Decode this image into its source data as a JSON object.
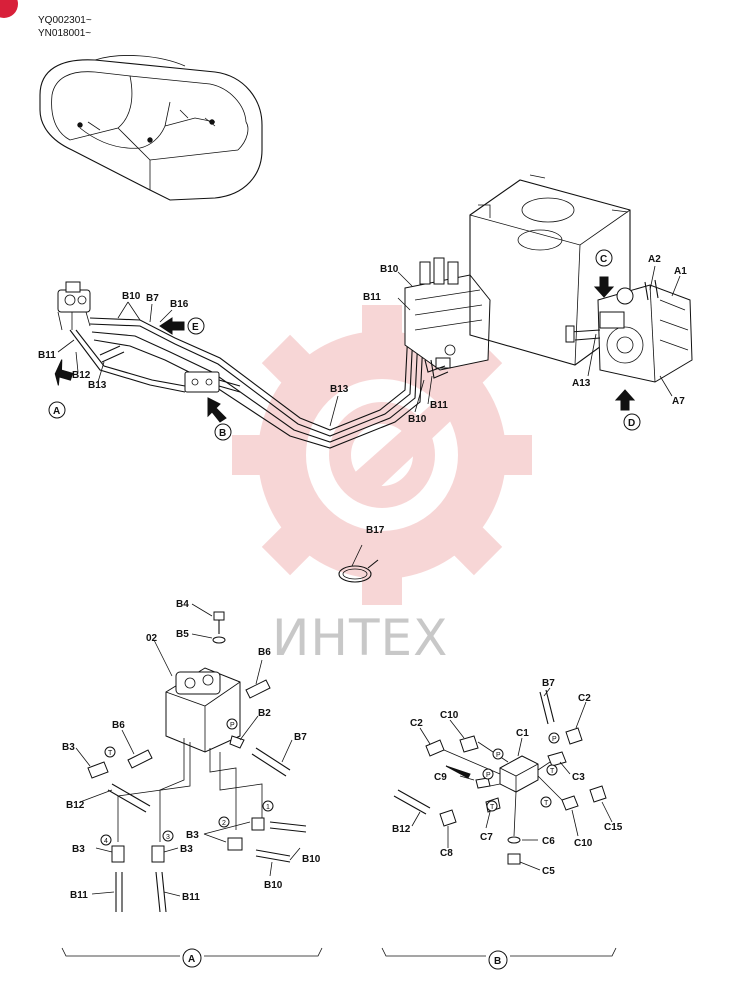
{
  "serials": {
    "line1": "YQ002301~",
    "line2": "YN018001~"
  },
  "watermark": {
    "text": "ИНТЕХ",
    "gear_color": "#f2b6b6"
  },
  "corner_badge_color": "#d8203a",
  "top_labels": {
    "B10a": "B10",
    "B7": "B7",
    "B16": "B16",
    "E": "E",
    "B11a": "B11",
    "B12": "B12",
    "B13a": "B13",
    "A": "A",
    "B": "B",
    "B10b": "B10",
    "B11b": "B11",
    "B13b": "B13",
    "B11c": "B11",
    "B10c": "B10",
    "C": "C",
    "A2": "A2",
    "A1": "A1",
    "A13": "A13",
    "A7": "A7",
    "D": "D",
    "B17": "B17"
  },
  "detail_a": {
    "B4": "B4",
    "B5": "B5",
    "02": "02",
    "B6a": "B6",
    "B6b": "B6",
    "B2": "B2",
    "B3a": "B3",
    "B7": "B7",
    "B12": "B12",
    "B3b": "B3",
    "B3c": "B3",
    "B3d": "B3",
    "B10a": "B10",
    "B10b": "B10",
    "B11a": "B11",
    "B11b": "B11",
    "mark_T": "T",
    "mark_P": "P",
    "mark_1": "1",
    "mark_2": "2",
    "mark_3": "3",
    "mark_4": "4",
    "caption": "A"
  },
  "detail_b": {
    "B7": "B7",
    "C2a": "C2",
    "C10a": "C10",
    "C1": "C1",
    "C2b": "C2",
    "C3": "C3",
    "C9": "C9",
    "B12": "B12",
    "C7": "C7",
    "C6": "C6",
    "C10b": "C10",
    "C15": "C15",
    "C8": "C8",
    "C5": "C5",
    "mark_P": "P",
    "mark_T": "T",
    "caption": "B"
  }
}
